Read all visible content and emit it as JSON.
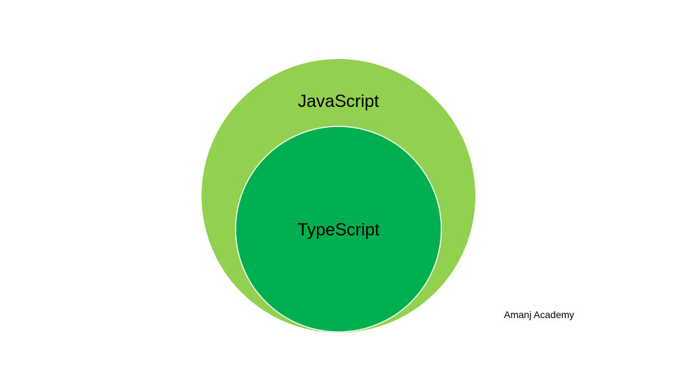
{
  "diagram": {
    "outer": {
      "label": "JavaScript",
      "color": "#92d050"
    },
    "inner": {
      "label": "TypeScript",
      "color": "#00b050"
    }
  },
  "footer": {
    "credit": "Amanj Academy"
  }
}
